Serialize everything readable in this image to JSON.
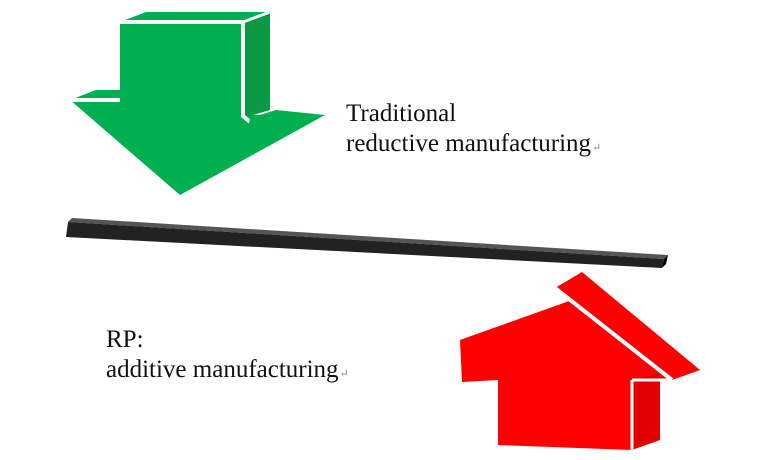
{
  "labels": {
    "top": {
      "line1": "Traditional",
      "line2": "reductive manufacturing",
      "return_mark": "↵"
    },
    "bottom": {
      "line1": "RP:",
      "line2": "additive manufacturing",
      "return_mark": "↵"
    }
  },
  "colors": {
    "down_arrow": "#00b050",
    "down_arrow_shade": "#0a9a44",
    "up_arrow": "#ff0000",
    "up_arrow_shade": "#e00000",
    "beam": "#222222",
    "text": "#111111"
  },
  "icons": {
    "down_arrow": "down-arrow-icon",
    "up_arrow": "up-arrow-icon",
    "beam": "horizontal-bar"
  }
}
